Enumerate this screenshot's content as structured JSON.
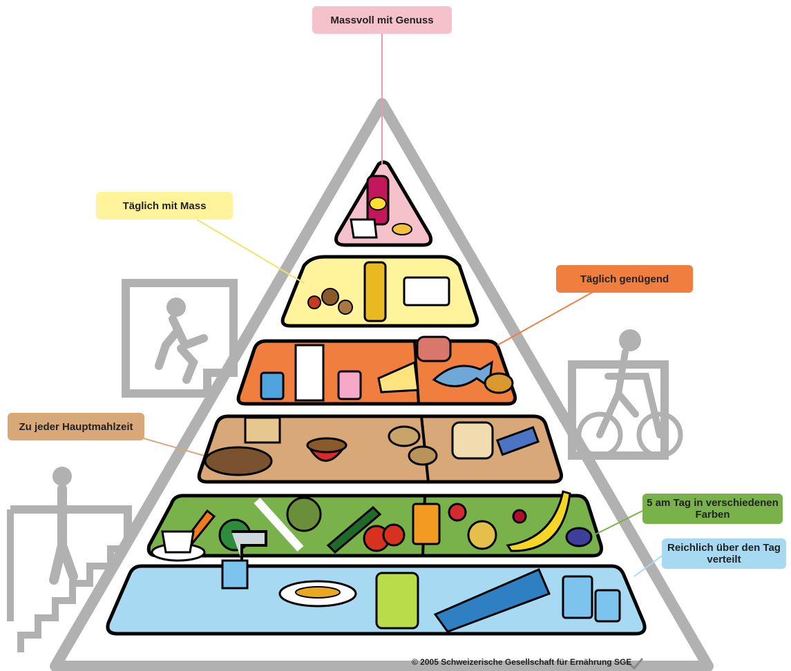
{
  "labels": {
    "top": "Massvoll mit Genuss",
    "fats": "Täglich mit Mass",
    "protein": "Täglich genügend",
    "grains": "Zu jeder Hauptmahlzeit",
    "produce": "5 am Tag in verschiedenen Farben",
    "water": "Reichlich über den Tag verteilt"
  },
  "copyright": "© 2005 Schweizerische Gesellschaft für Ernährung SGE",
  "colors": {
    "outline": "#b1b1b1",
    "top": "#f5c2cc",
    "fats": "#fff39c",
    "protein": "#ef7e3f",
    "grains": "#d8a878",
    "produce": "#79b14a",
    "water": "#a7daf2"
  },
  "icons": [
    "runner-icon",
    "cyclist-icon",
    "stairs-walker-icon"
  ],
  "food_items": [
    "lemonade-bottle",
    "cake-slice",
    "chips",
    "nuts",
    "oil-bottle",
    "butter-dish",
    "yogurt",
    "milk-carton",
    "cheese",
    "meat",
    "fish",
    "chicken-leg",
    "bread",
    "crackers",
    "muesli-bowl",
    "potatoes",
    "toast",
    "pasta",
    "carrots",
    "broccoli",
    "leek",
    "lettuce",
    "cucumber",
    "tomatoes",
    "juice-glass",
    "strawberries",
    "apple",
    "cherries",
    "banana",
    "plums",
    "coffee-cup",
    "water-tap",
    "soup-plate",
    "tea-pitcher",
    "water-bottle",
    "water-glasses"
  ]
}
